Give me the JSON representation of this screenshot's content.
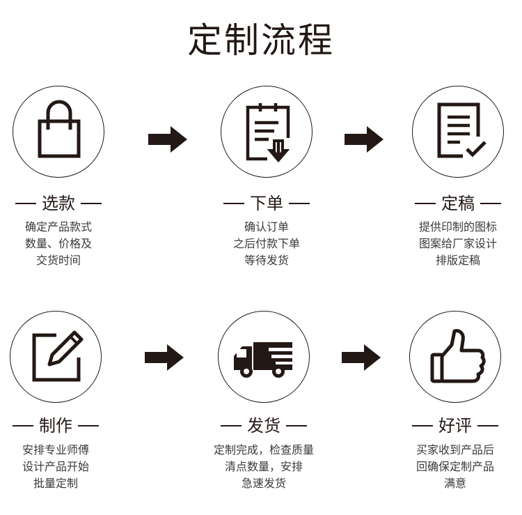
{
  "title": "定制流程",
  "steps": [
    {
      "label": "选款",
      "icon": "shopping-bag-icon",
      "desc": [
        "确定产品款式",
        "数量、价格及",
        "交货时间"
      ]
    },
    {
      "label": "下单",
      "icon": "clipboard-download-icon",
      "desc": [
        "确认订单",
        "之后付款下单",
        "等待发货"
      ]
    },
    {
      "label": "定稿",
      "icon": "document-check-icon",
      "desc": [
        "提供印制的图标",
        "图案给厂家设计",
        "排版定稿"
      ]
    },
    {
      "label": "制作",
      "icon": "edit-pencil-icon",
      "desc": [
        "安排专业师傅",
        "设计产品开始",
        "批量定制"
      ]
    },
    {
      "label": "发货",
      "icon": "delivery-truck-icon",
      "desc": [
        "定制完成，检查质量",
        "清点数量，安排",
        "急速发货"
      ]
    },
    {
      "label": "好评",
      "icon": "thumbs-up-icon",
      "desc": [
        "买家收到产品后",
        "回确保定制产品",
        "满意"
      ]
    }
  ],
  "colors": {
    "ink": "#231815",
    "text": "#3a3a3a",
    "background": "#ffffff"
  }
}
